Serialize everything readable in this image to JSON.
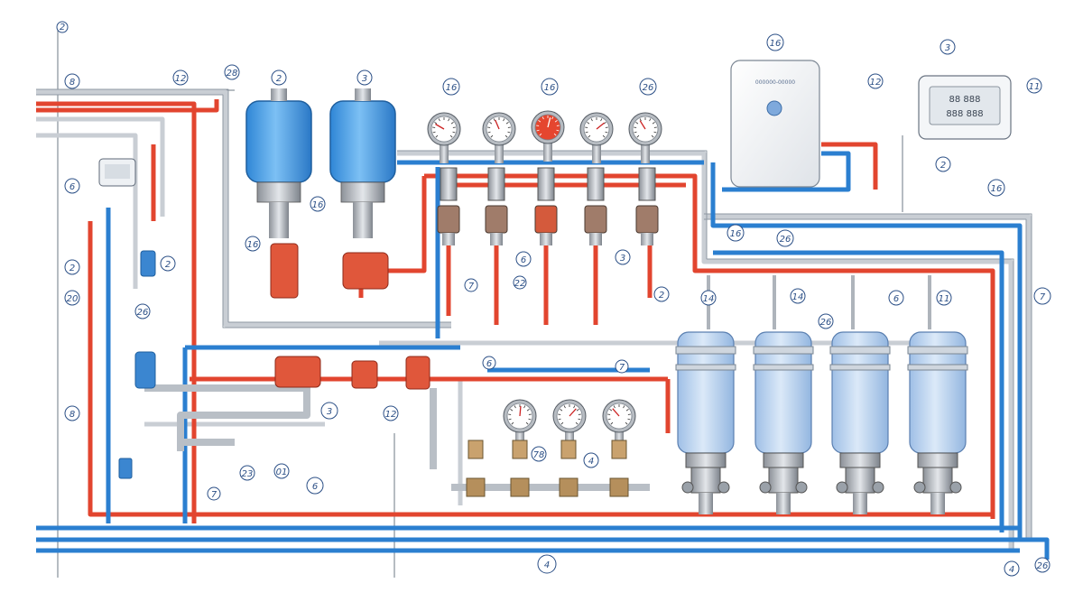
{
  "callouts": [
    {
      "id": "c1",
      "text": "8"
    },
    {
      "id": "c2",
      "text": "12"
    },
    {
      "id": "c3",
      "text": "28"
    },
    {
      "id": "c4",
      "text": "2"
    },
    {
      "id": "c5",
      "text": "3"
    },
    {
      "id": "c6",
      "text": "16"
    },
    {
      "id": "c7",
      "text": "16"
    },
    {
      "id": "c8",
      "text": "26"
    },
    {
      "id": "c9",
      "text": "16"
    },
    {
      "id": "c10",
      "text": "3"
    },
    {
      "id": "c11",
      "text": "12"
    },
    {
      "id": "c12",
      "text": "11"
    },
    {
      "id": "c13",
      "text": "6"
    },
    {
      "id": "c14",
      "text": "16"
    },
    {
      "id": "c15",
      "text": "16"
    },
    {
      "id": "c16",
      "text": "2"
    },
    {
      "id": "c17",
      "text": "2"
    },
    {
      "id": "c18",
      "text": "20"
    },
    {
      "id": "c19",
      "text": "26"
    },
    {
      "id": "c20",
      "text": "16"
    },
    {
      "id": "c21",
      "text": "26"
    },
    {
      "id": "c22",
      "text": "16"
    },
    {
      "id": "c23",
      "text": "7"
    },
    {
      "id": "c24",
      "text": "14"
    },
    {
      "id": "c25",
      "text": "14"
    },
    {
      "id": "c26",
      "text": "26"
    },
    {
      "id": "c27",
      "text": "6"
    },
    {
      "id": "c28",
      "text": "11"
    },
    {
      "id": "c29",
      "text": "2"
    },
    {
      "id": "c30",
      "text": "3"
    },
    {
      "id": "c31",
      "text": "6"
    },
    {
      "id": "c32",
      "text": "7"
    },
    {
      "id": "c33",
      "text": "22"
    },
    {
      "id": "c34",
      "text": "3"
    },
    {
      "id": "c35",
      "text": "12"
    },
    {
      "id": "c36",
      "text": "8"
    },
    {
      "id": "c37",
      "text": "6"
    },
    {
      "id": "c38",
      "text": "7"
    },
    {
      "id": "c39",
      "text": "23"
    },
    {
      "id": "c40",
      "text": "01"
    },
    {
      "id": "c41",
      "text": "6"
    },
    {
      "id": "c42",
      "text": "78"
    },
    {
      "id": "c43",
      "text": "4"
    },
    {
      "id": "c44",
      "text": "4"
    },
    {
      "id": "c45",
      "text": "26"
    },
    {
      "id": "c46",
      "text": "4"
    },
    {
      "id": "c47",
      "text": "2"
    },
    {
      "id": "c48",
      "text": "7"
    },
    {
      "id": "c49",
      "text": "2"
    }
  ],
  "boiler": {
    "label": "000000-00000"
  },
  "thermostat": {
    "display_row1": "88 888",
    "display_row2": "888 888"
  },
  "colors": {
    "hot_pipe": "#e2452f",
    "cold_pipe": "#2b7fd0",
    "neutral_pipe": "#cfd4da",
    "tank_blue": "#4da3e8",
    "filter_blue": "#bcd6f2",
    "ink": "#2b4f86"
  }
}
